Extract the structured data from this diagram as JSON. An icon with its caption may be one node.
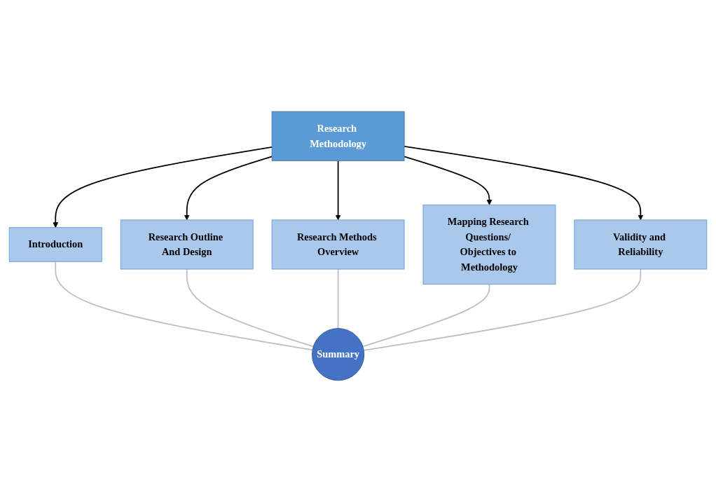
{
  "diagram": {
    "nodes": [
      {
        "text": [
          "Research Methodology"
        ]
      },
      {
        "text": [
          "Introduction"
        ]
      },
      {
        "text": [
          "Research Outline And Design"
        ]
      },
      {
        "text": [
          "Research Methods Overview"
        ]
      },
      {
        "text": [
          "Mapping Research Questions/ Objectives to Methodology"
        ]
      },
      {
        "text": [
          "Validity and Reliability"
        ]
      },
      {
        "text": [
          "Summary"
        ]
      }
    ],
    "edges": [
      {
        "from": 0,
        "to": 1,
        "arrow": "to"
      },
      {
        "from": 0,
        "to": 2,
        "arrow": "to"
      },
      {
        "from": 0,
        "to": 3,
        "arrow": "to"
      },
      {
        "from": 0,
        "to": 4,
        "arrow": "to"
      },
      {
        "from": 0,
        "to": 5,
        "arrow": "to"
      },
      {
        "from": 1,
        "to": 6,
        "arrow": "none",
        "color": "#bfbfbf"
      },
      {
        "from": 2,
        "to": 6,
        "arrow": "none",
        "color": "#bfbfbf"
      },
      {
        "from": 3,
        "to": 6,
        "arrow": "none",
        "color": "#bfbfbf"
      },
      {
        "from": 4,
        "to": 6,
        "arrow": "none",
        "color": "#bfbfbf"
      },
      {
        "from": 5,
        "to": 6,
        "arrow": "none",
        "color": "#bfbfbf"
      }
    ]
  }
}
